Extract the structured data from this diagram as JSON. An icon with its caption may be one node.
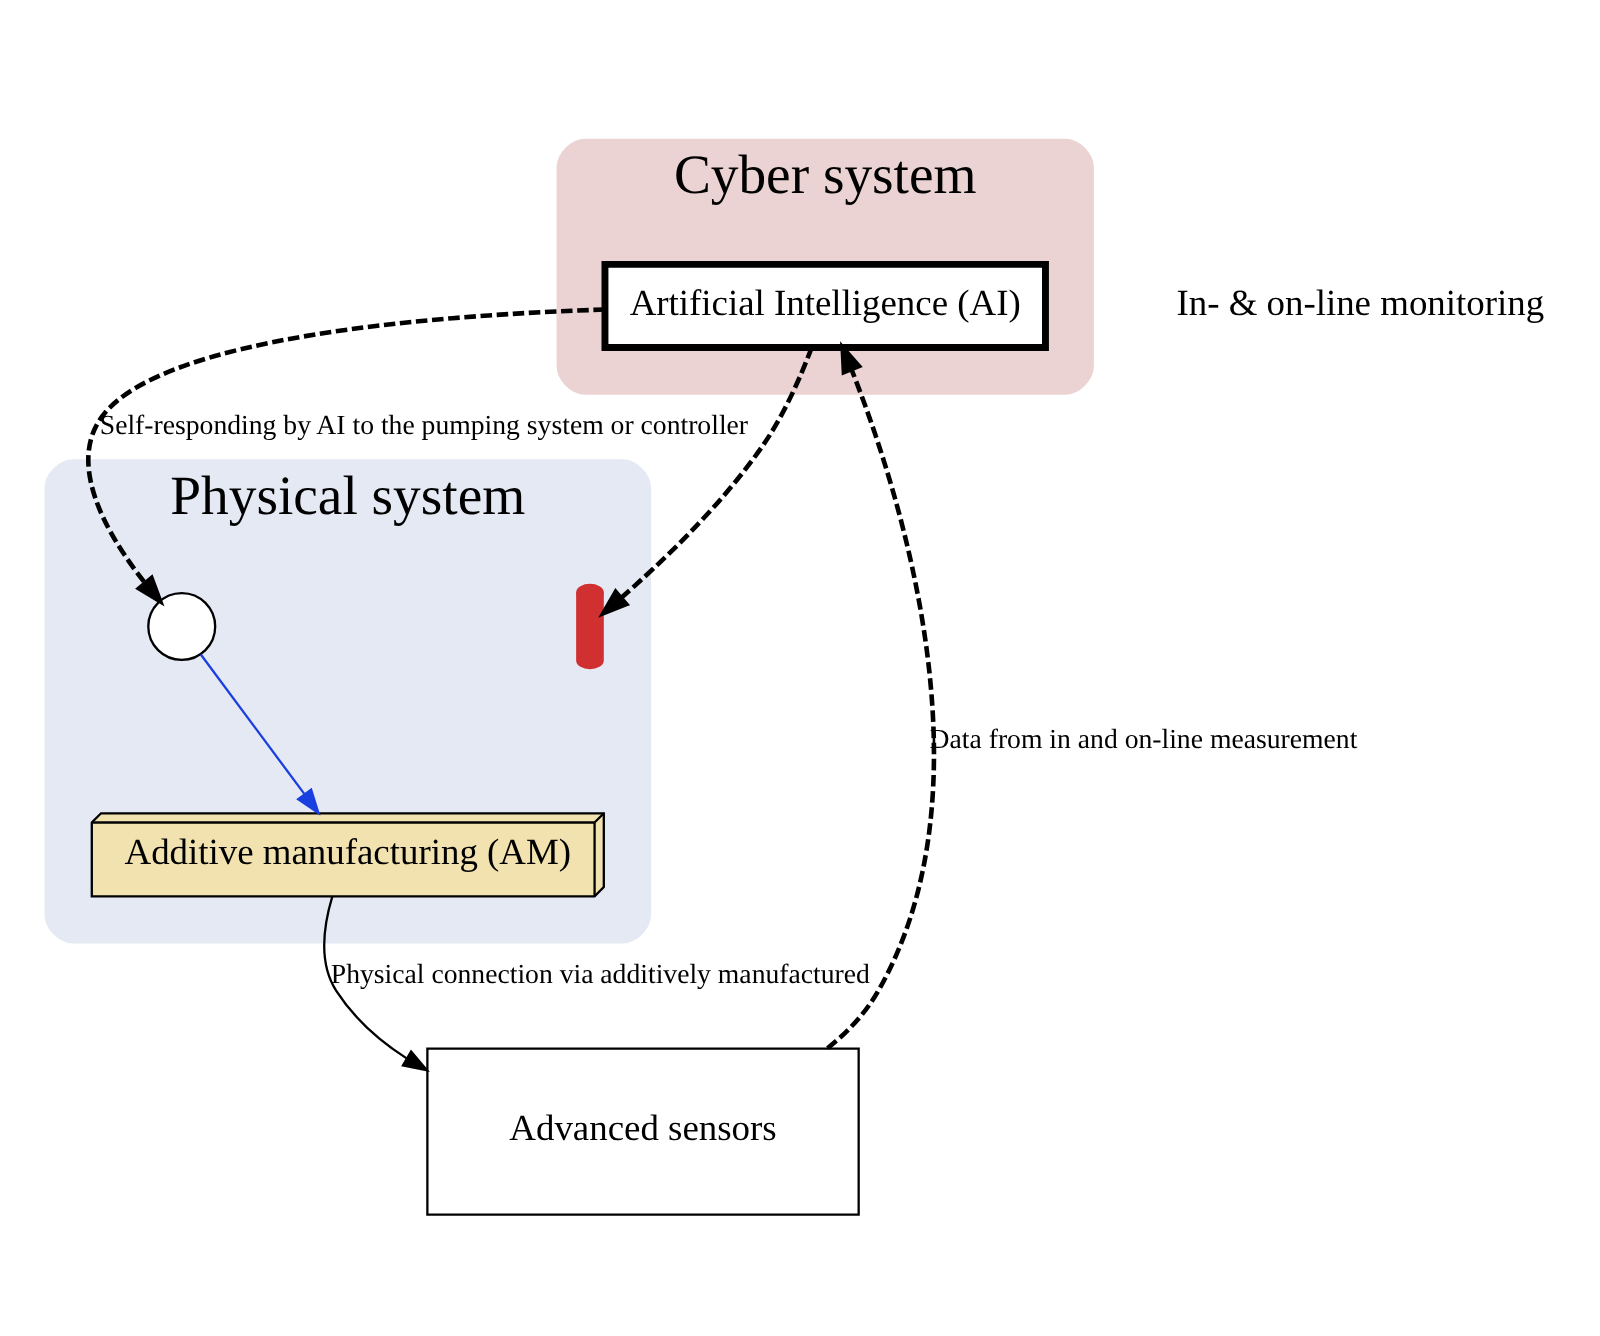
{
  "diagram": {
    "nodes": [
      {
        "text": [
          "Cyber system"
        ]
      },
      {
        "text": [
          "Physical system"
        ]
      },
      {
        "text": [
          "Artificial Intelligence (AI)"
        ],
        "in": 0
      },
      {
        "text": [],
        "shape": "circle",
        "in": 1
      },
      {
        "text": [],
        "shape": "picture",
        "in": 1
      },
      {
        "text": [
          "Additive manufacturing (AM)"
        ],
        "in": 1
      },
      {
        "text": [
          "Advanced sensors"
        ]
      }
    ],
    "edges": [
      {
        "from": 2,
        "to": 3,
        "arrow": "to",
        "style": "dashed",
        "label": "Self-responding by AI to the pumping system or controller"
      },
      {
        "from": 2,
        "to": 4,
        "arrow": "to",
        "style": "dashed"
      },
      {
        "from": 3,
        "to": 5,
        "arrow": "to",
        "color": "#1a3fe0"
      },
      {
        "from": 5,
        "to": 6,
        "arrow": "to",
        "label": "Physical connection via additively manufactured"
      },
      {
        "from": 6,
        "to": 2,
        "arrow": "to",
        "style": "dashed",
        "label": "Data from in and on-line measurement"
      }
    ],
    "labels": [
      "In- & on-line monitoring"
    ]
  }
}
